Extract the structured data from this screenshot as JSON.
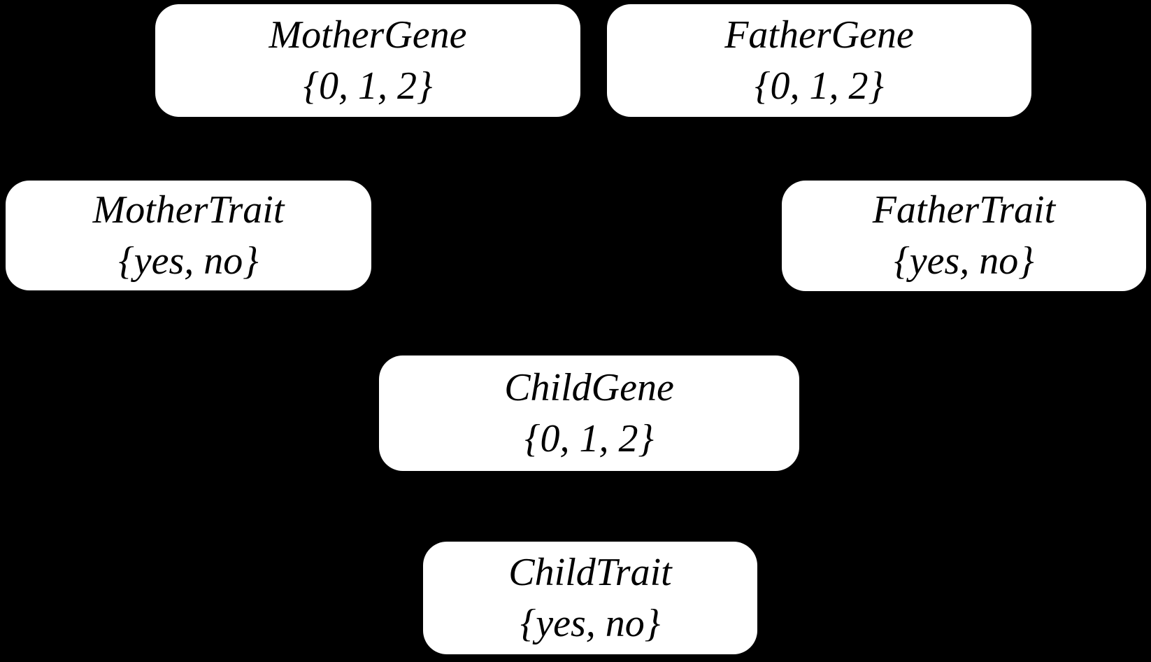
{
  "diagram": {
    "title": "genetic-inheritance-bayesian-network",
    "colors": {
      "background": "#000000",
      "node_fill": "#ffffff",
      "node_text": "#000000"
    },
    "nodes": [
      {
        "id": "mother-gene",
        "label": "MotherGene",
        "domain": "{0, 1, 2}"
      },
      {
        "id": "father-gene",
        "label": "FatherGene",
        "domain": "{0, 1, 2}"
      },
      {
        "id": "mother-trait",
        "label": "MotherTrait",
        "domain": "{yes, no}"
      },
      {
        "id": "father-trait",
        "label": "FatherTrait",
        "domain": "{yes, no}"
      },
      {
        "id": "child-gene",
        "label": "ChildGene",
        "domain": "{0, 1, 2}"
      },
      {
        "id": "child-trait",
        "label": "ChildTrait",
        "domain": "{yes, no}"
      }
    ],
    "edges_visible": false
  }
}
